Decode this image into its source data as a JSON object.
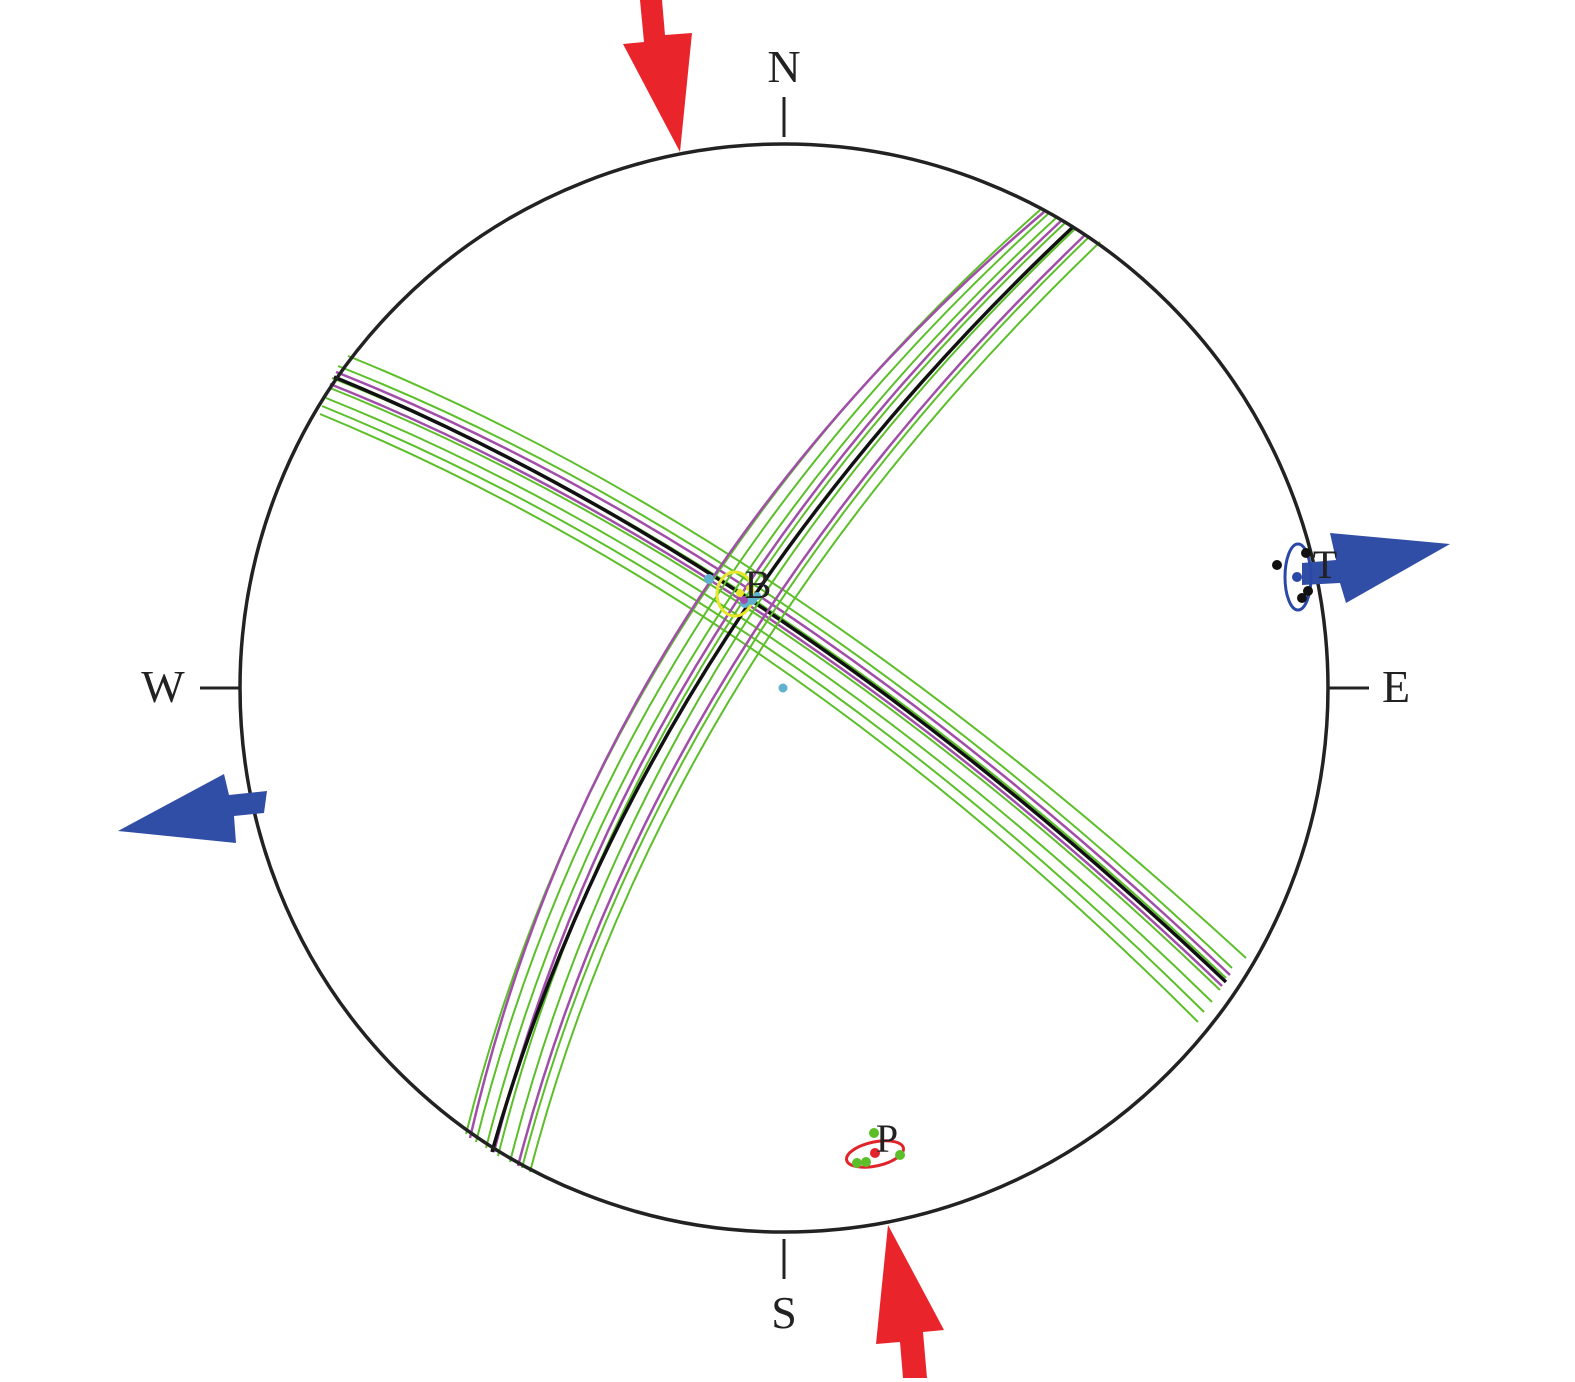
{
  "directions": {
    "north": "N",
    "south": "S",
    "east": "E",
    "west": "W"
  },
  "axis_labels": {
    "p_axis": "P",
    "t_axis": "T",
    "b_axis": "B"
  },
  "colors": {
    "primitive": "#222222",
    "best_fit_plane": "#111111",
    "solution_green": "#5cbf2a",
    "solution_purple": "#a04ea8",
    "compression_arrow": "#e9242b",
    "extension_arrow": "#314ea6",
    "p_confidence": "#e0242a",
    "t_confidence": "#2a48a5",
    "b_confidence": "#e6e62a",
    "center_point": "#5fb3cf"
  }
}
